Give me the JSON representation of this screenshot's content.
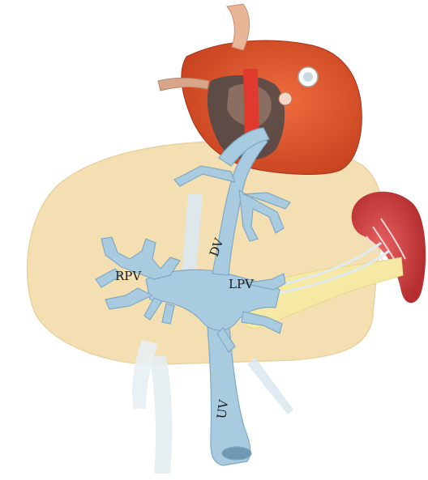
{
  "figure": {
    "labels": {
      "ductus_venosus": "DV",
      "right_portal_vein": "RPV",
      "left_portal_vein": "LPV",
      "umbilical_vein": "UV"
    }
  },
  "colors": {
    "liver": "#f3dfb1",
    "veins": "#a9cbe0",
    "vein_outline": "#7fa9c4",
    "heart": "#e0562c",
    "heart_dark": "#b83a1c",
    "vessel_red": "#e03a2e",
    "spleen": "#c93b3b",
    "pancreas": "#f6e9a4",
    "aorta": "#e8b596"
  }
}
